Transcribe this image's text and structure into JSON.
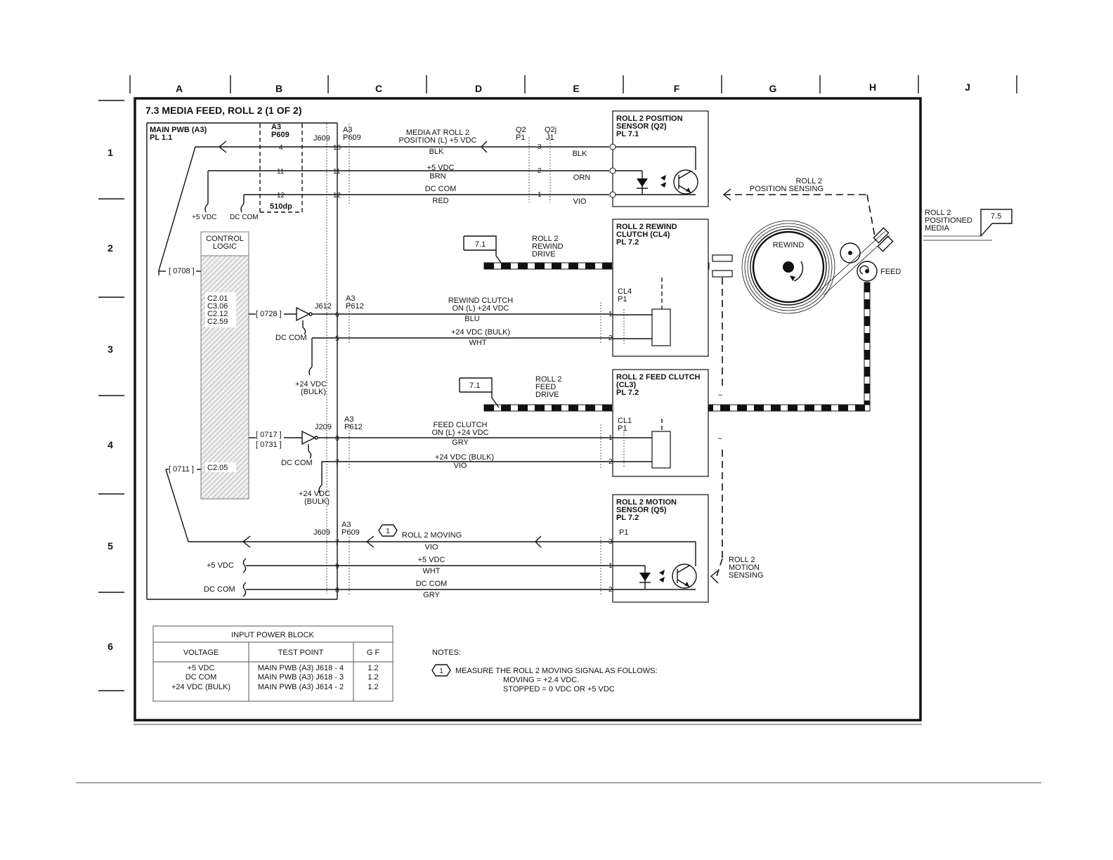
{
  "column_labels": [
    "A",
    "B",
    "C",
    "D",
    "E",
    "F",
    "G",
    "H",
    "J"
  ],
  "row_labels": [
    "1",
    "2",
    "3",
    "4",
    "5",
    "6"
  ],
  "title": "7.3  MEDIA FEED, ROLL 2 (1 OF 2)",
  "main_pwb": {
    "line1": "MAIN PWB (A3)",
    "line2": "PL 1.1"
  },
  "conn_a3": "A3",
  "conn_p609": "P609",
  "conn_j609": "J609",
  "conn_510dp": "510dp",
  "pins_left": {
    "p4": "4",
    "p11": "11",
    "p12": "12",
    "p10": "10",
    "p11b": "11",
    "p12b": "12"
  },
  "supply": {
    "vdc5": "+5 VDC",
    "dccom": "DC COM",
    "vdc24a": "+24 VDC",
    "bulk": "(BULK)"
  },
  "control_logic": {
    "line1": "CONTROL",
    "line2": "LOGIC",
    "codes": [
      "C2.01",
      "C3.06",
      "C2.12",
      "C2.59"
    ],
    "c205": "C2.05"
  },
  "refs": {
    "r0708": "[ 0708 ]",
    "r0728": "[ 0728 ]",
    "r0717": "[ 0717 ]",
    "r0731": "[ 0731 ]",
    "r0711": "[ 0711 ]"
  },
  "sig_media": {
    "line1": "MEDIA AT ROLL 2",
    "line2": "POSITION (L) +5 VDC"
  },
  "wire_blk": "BLK",
  "wire_5v": "+5 VDC",
  "wire_brn": "BRN",
  "wire_dccom": "DC COM",
  "wire_red": "RED",
  "q2": {
    "c1": "Q2",
    "c2": "P1",
    "c3": "Q2j",
    "c4": "J1"
  },
  "right_pins1": {
    "p3": "3",
    "p2": "2",
    "p1": "1"
  },
  "right_wires1": {
    "blk": "BLK",
    "orn": "ORN",
    "vio": "VIO"
  },
  "pos_sensor": {
    "line1": "ROLL 2 POSITION",
    "line2": "SENSOR (Q2)",
    "line3": "PL 7.1"
  },
  "pos_sensing": {
    "line1": "ROLL 2",
    "line2": "POSITION SENSING"
  },
  "positioned_media": {
    "line1": "ROLL 2",
    "line2": "POSITIONED",
    "line3": "MEDIA",
    "ref": "7.5"
  },
  "rewind_clutch": {
    "line1": "ROLL 2 REWIND",
    "line2": "CLUTCH (CL4)",
    "line3": "PL 7.2",
    "cl": "CL4",
    "p": "P1"
  },
  "feed_clutch": {
    "line1": "ROLL 2 FEED CLUTCH",
    "line2": "(CL3)",
    "line3": "PL 7.2",
    "cl": "CL1",
    "p": "P1"
  },
  "motion_sensor": {
    "line1": "ROLL 2 MOTION",
    "line2": "SENSOR (Q5)",
    "line3": "PL 7.2",
    "p": "P1"
  },
  "motion_sensing": {
    "line1": "ROLL 2",
    "line2": "MOTION",
    "line3": "SENSING"
  },
  "rewind_drive": {
    "ref": "7.1",
    "line1": "ROLL 2",
    "line2": "REWIND",
    "line3": "DRIVE"
  },
  "feed_drive": {
    "ref": "7.1",
    "line1": "ROLL 2",
    "line2": "FEED",
    "line3": "DRIVE"
  },
  "rewind_label": "REWIND",
  "feed_label": "FEED",
  "j612": "J612",
  "j209": "J209",
  "p612": "P612",
  "rewind_sig": {
    "line1": "REWIND CLUTCH",
    "line2": "ON (L) +24 VDC",
    "wire": "BLU",
    "bulk": "+24 VDC (BULK)",
    "wire2": "WHT"
  },
  "feed_sig": {
    "line1": "FEED CLUTCH",
    "line2": "ON (L) +24 VDC",
    "wire": "GRY",
    "bulk": "+24 VDC (BULK)",
    "wire2": "VIO"
  },
  "pins_mid": {
    "p6": "6",
    "p5": "5",
    "p8": "8",
    "p7": "7"
  },
  "pins_clutch": {
    "p1": "1",
    "p2": "2"
  },
  "moving": {
    "note": "1",
    "label": "ROLL 2 MOVING",
    "wire": "VIO",
    "v5": "+5 VDC",
    "wht": "WHT",
    "dccom": "DC COM",
    "gry": "GRY"
  },
  "pins_bottom": {
    "p7": "7",
    "p9": "9",
    "p8": "8",
    "q3": "3",
    "q1": "1",
    "q2": "2"
  },
  "power_block": {
    "title": "INPUT POWER BLOCK",
    "headers": [
      "VOLTAGE",
      "TEST POINT",
      "G F"
    ],
    "rows": [
      [
        "+5 VDC",
        "MAIN PWB (A3) J618 - 4",
        "1.2"
      ],
      [
        "DC COM",
        "MAIN PWB (A3) J618 - 3",
        "1.2"
      ],
      [
        "+24 VDC (BULK)",
        "MAIN PWB (A3) J614 - 2",
        "1.2"
      ]
    ]
  },
  "notes": {
    "title": "NOTES:",
    "n1": "1",
    "line1": "MEASURE THE ROLL 2 MOVING SIGNAL AS FOLLOWS:",
    "line2": "MOVING = +2.4 VDC.",
    "line3": "STOPPED = 0 VDC OR +5 VDC"
  }
}
